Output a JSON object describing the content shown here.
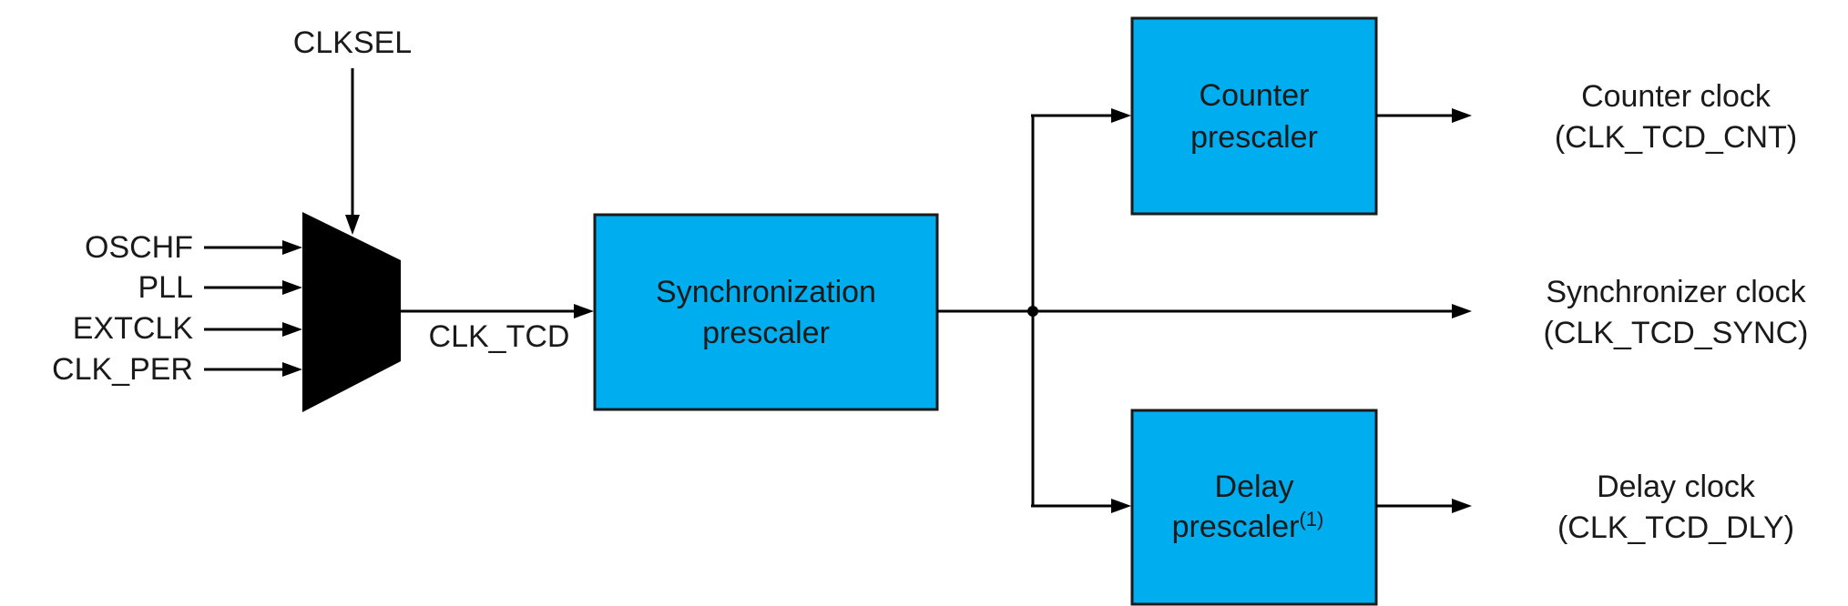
{
  "diagram": {
    "inputs": [
      "OSCHF",
      "PLL",
      "EXTCLK",
      "CLK_PER"
    ],
    "select_label": "CLKSEL",
    "mux_output_label": "CLK_TCD",
    "blocks": {
      "sync": {
        "line1": "Synchronization",
        "line2": "prescaler"
      },
      "counter": {
        "line1": "Counter",
        "line2": "prescaler"
      },
      "delay": {
        "line1": "Delay",
        "line2": "prescaler",
        "note": "(1)"
      }
    },
    "outputs": {
      "counter": {
        "line1": "Counter clock",
        "line2": "(CLK_TCD_CNT)"
      },
      "sync": {
        "line1": "Synchronizer clock",
        "line2": "(CLK_TCD_SYNC)"
      },
      "delay": {
        "line1": "Delay clock",
        "line2": "(CLK_TCD_DLY)"
      }
    },
    "colors": {
      "block_fill": "#00aeef",
      "line": "#000000",
      "mux": "#000000"
    }
  }
}
